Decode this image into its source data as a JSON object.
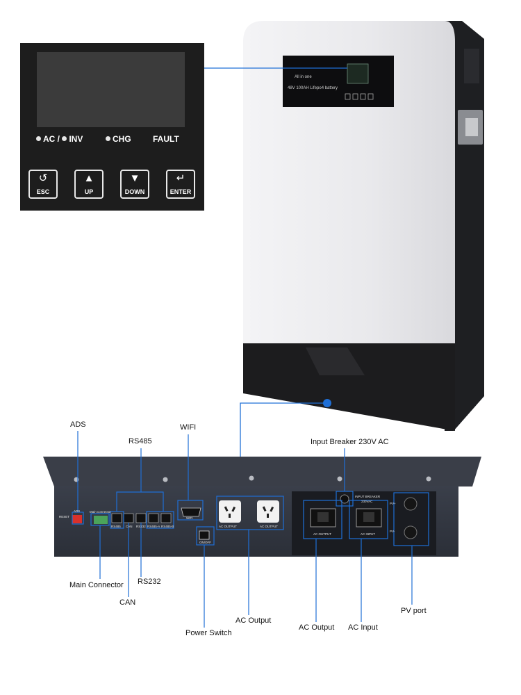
{
  "display_panel": {
    "led_ac_inv": "AC / ",
    "led_inv": "INV",
    "led_chg": "CHG",
    "led_fault": "FAULT",
    "buttons": [
      {
        "label": "ESC",
        "icon": "undo-arrow-icon"
      },
      {
        "label": "UP",
        "icon": "triangle-up-icon"
      },
      {
        "label": "DOWN",
        "icon": "triangle-down-icon"
      },
      {
        "label": "ENTER",
        "icon": "enter-return-icon"
      }
    ]
  },
  "device_front": {
    "line1": "All in one",
    "line2": "48V 100AH Lifepo4 battery"
  },
  "bottom_panel": {
    "reset": "RESET",
    "ads": "ADS",
    "main_conn": "Main connector",
    "rs485": "RS485",
    "can": "CAN",
    "rs232": "RS232",
    "rs485a": "RS485-A",
    "rs485b": "RS485-B",
    "wifi": "WIFI",
    "ac_output_socket": "AC OUTPUT",
    "on_off": "ON/OFF",
    "input_breaker": "INPUT BREAKER",
    "breaker_rating": "230VAC",
    "ac_input_socket": "AC INPUT",
    "pv_plus": "PV+",
    "pv_minus": "PV-"
  },
  "callouts": {
    "ads": "ADS",
    "rs485": "RS485",
    "wifi": "WIFI",
    "input_breaker": "Input Breaker 230V AC",
    "main_connector": "Main Connector",
    "rs232": "RS232",
    "can": "CAN",
    "ac_output_1": "AC Output",
    "ac_output_2": "AC Output",
    "ac_input": "AC Input",
    "pv_port": "PV port",
    "power_switch": "Power Switch"
  },
  "colors": {
    "callout_line": "#1f6fd6",
    "panel_bg": "#1d1d1d",
    "device_body": "#ececee",
    "device_dark": "#1c1c1e"
  }
}
